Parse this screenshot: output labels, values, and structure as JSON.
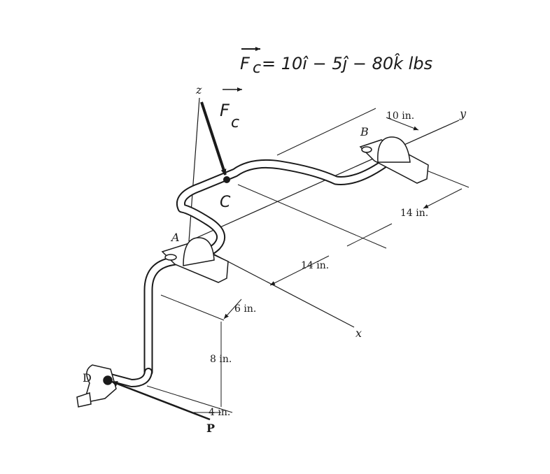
{
  "figure": {
    "force_equation": {
      "lhs": "F",
      "lhs_sub": "c",
      "rhs": "= 10î − 5ĵ − 80k̂ lbs"
    },
    "force_label": {
      "text": "F",
      "sub": "c"
    },
    "axes": {
      "x": "x",
      "y": "y",
      "z": "z"
    },
    "points": {
      "A": "A",
      "B": "B",
      "C": "C",
      "D": "D"
    },
    "force_P": "P",
    "dimensions": {
      "d_10": "10 in.",
      "d_14_upper": "14 in.",
      "d_14_lower": "14 in.",
      "d_6": "6 in.",
      "d_8": "8 in.",
      "d_4": "4 in."
    },
    "colors": {
      "ink": "#1a1a1a",
      "background": "#ffffff"
    }
  }
}
